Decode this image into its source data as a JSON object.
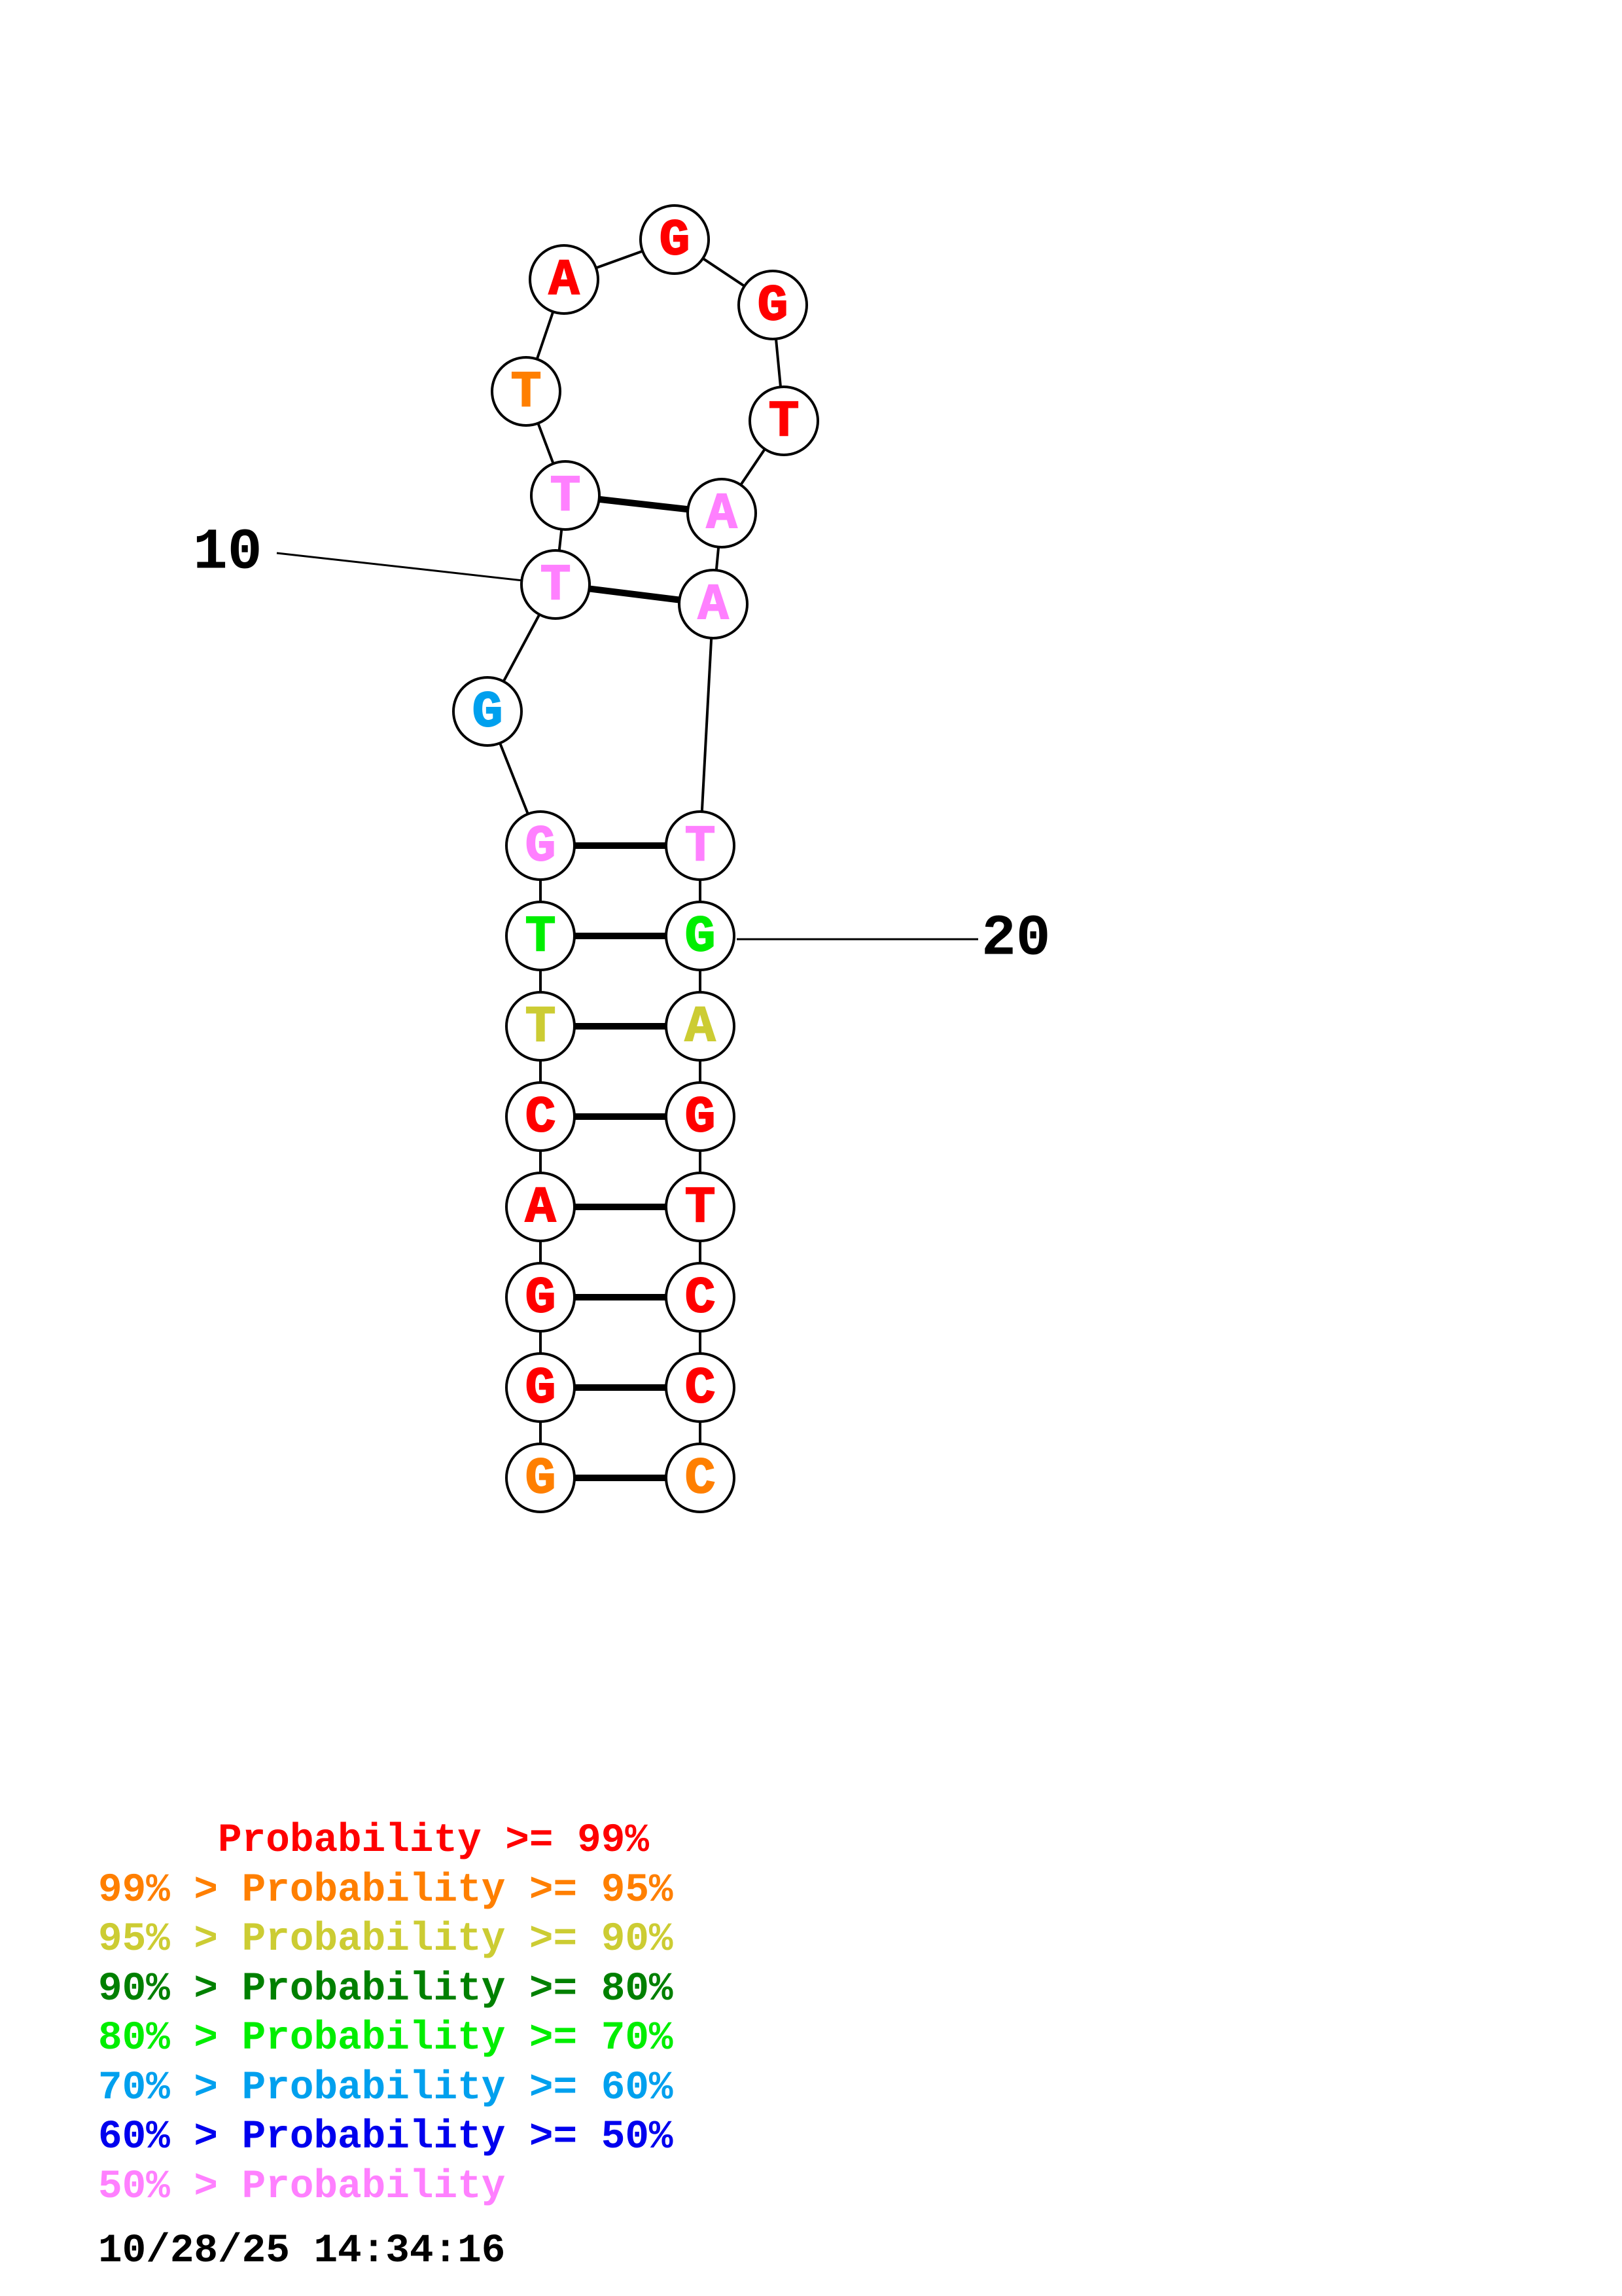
{
  "colors": {
    "p99": "#ff0000",
    "p95": "#ff7f00",
    "p90": "#cccc33",
    "p80": "#008000",
    "p70": "#00ee00",
    "p60": "#00a0ee",
    "p50": "#0000ee",
    "plow": "#ff80ff"
  },
  "nucleotides": [
    {
      "index": 1,
      "base": "G",
      "prob": "p95"
    },
    {
      "index": 2,
      "base": "G",
      "prob": "p99"
    },
    {
      "index": 3,
      "base": "G",
      "prob": "p99"
    },
    {
      "index": 4,
      "base": "A",
      "prob": "p99"
    },
    {
      "index": 5,
      "base": "C",
      "prob": "p99"
    },
    {
      "index": 6,
      "base": "T",
      "prob": "p90"
    },
    {
      "index": 7,
      "base": "T",
      "prob": "p70"
    },
    {
      "index": 8,
      "base": "G",
      "prob": "plow"
    },
    {
      "index": 9,
      "base": "G",
      "prob": "p60"
    },
    {
      "index": 10,
      "base": "T",
      "prob": "plow"
    },
    {
      "index": 11,
      "base": "T",
      "prob": "plow"
    },
    {
      "index": 12,
      "base": "T",
      "prob": "p95"
    },
    {
      "index": 13,
      "base": "A",
      "prob": "p99"
    },
    {
      "index": 14,
      "base": "G",
      "prob": "p99"
    },
    {
      "index": 15,
      "base": "G",
      "prob": "p99"
    },
    {
      "index": 16,
      "base": "T",
      "prob": "p99"
    },
    {
      "index": 17,
      "base": "A",
      "prob": "plow"
    },
    {
      "index": 18,
      "base": "A",
      "prob": "plow"
    },
    {
      "index": 19,
      "base": "T",
      "prob": "plow"
    },
    {
      "index": 20,
      "base": "G",
      "prob": "p70"
    },
    {
      "index": 21,
      "base": "A",
      "prob": "p90"
    },
    {
      "index": 22,
      "base": "G",
      "prob": "p99"
    },
    {
      "index": 23,
      "base": "T",
      "prob": "p99"
    },
    {
      "index": 24,
      "base": "C",
      "prob": "p99"
    },
    {
      "index": 25,
      "base": "C",
      "prob": "p99"
    },
    {
      "index": 26,
      "base": "C",
      "prob": "p95"
    }
  ],
  "pairs": [
    [
      1,
      26
    ],
    [
      2,
      25
    ],
    [
      3,
      24
    ],
    [
      4,
      23
    ],
    [
      5,
      22
    ],
    [
      6,
      21
    ],
    [
      7,
      20
    ],
    [
      8,
      19
    ],
    [
      10,
      18
    ],
    [
      11,
      17
    ]
  ],
  "markers": [
    {
      "index": 10,
      "label": "10"
    },
    {
      "index": 20,
      "label": "20"
    }
  ],
  "legend": [
    {
      "prob": "p99",
      "text": "     Probability >= 99%"
    },
    {
      "prob": "p95",
      "text": "99% > Probability >= 95%"
    },
    {
      "prob": "p90",
      "text": "95% > Probability >= 90%"
    },
    {
      "prob": "p80",
      "text": "90% > Probability >= 80%"
    },
    {
      "prob": "p70",
      "text": "80% > Probability >= 70%"
    },
    {
      "prob": "p60",
      "text": "70% > Probability >= 60%"
    },
    {
      "prob": "p50",
      "text": "60% > Probability >= 50%"
    },
    {
      "prob": "plow",
      "text": "50% > Probability"
    }
  ],
  "timestamp": "10/28/25 14:34:16"
}
